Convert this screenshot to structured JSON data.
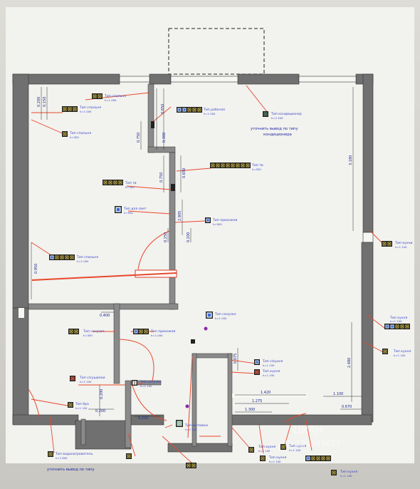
{
  "colors": {
    "wall": "#707070",
    "paper": "#f4f4f1",
    "red": "#e8482a",
    "blue_text": "#3b47c8",
    "dim_text": "#1d2a8f",
    "socket_fill": "#b9a647"
  },
  "labels": {
    "l1": {
      "type": "Тип спальня",
      "h": "h=1 000"
    },
    "l2": {
      "type": "Тип спальня",
      "h": "h=1 000"
    },
    "l3": {
      "type": "Тип спальня",
      "h": "h=300"
    },
    "l4": {
      "type": "Тип рабочая",
      "h": "h=1 000"
    },
    "l5": {
      "type": "Тип кондиционер",
      "h": "h=2 400"
    },
    "l6": {
      "type": "Тип тв",
      "h": "h=550"
    },
    "l7": {
      "type": "Тип тв",
      "h": "h=300"
    },
    "l8": {
      "type": "Тип для свет",
      "h": "h=900"
    },
    "l9": {
      "type": "Тип прихожая",
      "h": "h=900"
    },
    "l10": {
      "type": "Тип спальня",
      "h": "h=1 000"
    },
    "l11": {
      "type": "Тип кухни",
      "h": "h=1 100"
    },
    "l12": {
      "type": "Тип санузел",
      "h": "h=1 000"
    },
    "l13": {
      "type": "Тип прихожая",
      "h": "h=1 000"
    },
    "l14": {
      "type": "Тип санузел",
      "h": "h=300"
    },
    "l15": {
      "type": "Тип с/сушилки",
      "h": "h=1 100"
    },
    "l16": {
      "type": "Тип санузел",
      "h": "h=1 100"
    },
    "l17": {
      "type": "Тип с/кухня",
      "h": "h=1 100"
    },
    "l18": {
      "type": "Тип кухня",
      "h": "h=1 100"
    },
    "l19": {
      "type": "Тип кухня",
      "h": "h=1 100"
    },
    "l20": {
      "type": "Тип кухня",
      "h": "h=1 100"
    },
    "l21": {
      "type": "Тип кухня",
      "h": "h=1 100"
    },
    "l22": {
      "type": "Тип вытяжки",
      "h": "h=2 200"
    },
    "l23": {
      "type": "Тип бра",
      "h": "h=1 100"
    },
    "l24": {
      "type": "Тип водонагреватель",
      "h": "h=1 800"
    },
    "l25": {
      "type": "Тип кухня",
      "h": "h=1 100"
    },
    "l26": {
      "type": "Тип кухня",
      "h": "h=1 100"
    },
    "l27": {
      "type": "Тип кухня",
      "h": "h=1 100"
    }
  },
  "notes": {
    "ac_note_1": "уточнить вывод по типу",
    "ac_note_2": "кондиционера",
    "bottom_note": "уточнить вывод по типу"
  },
  "dims": {
    "d0200a": "0.200",
    "d0150": "0.150",
    "d0650": "0.650",
    "d0300": "0.300",
    "d0750": "0.750",
    "d0750b": "0.750",
    "d0650b": "0.650",
    "d0200": "0.200",
    "d0250": "0.250",
    "d2905": "2.905",
    "d3180": "3.180",
    "d0400": "0.400",
    "d0200b": "0.200",
    "d0250b": "0.250",
    "d0200c": "0.200",
    "d2480": "2.480",
    "d1420": "1.420",
    "d1275": "1.275",
    "d1300": "1.300",
    "d1100": "1.100",
    "d0670": "0.670",
    "d0075": "0.075",
    "d0950": "0.950"
  },
  "watermark": {
    "brand": "ЦИАН",
    "id": "ID 225503027"
  }
}
